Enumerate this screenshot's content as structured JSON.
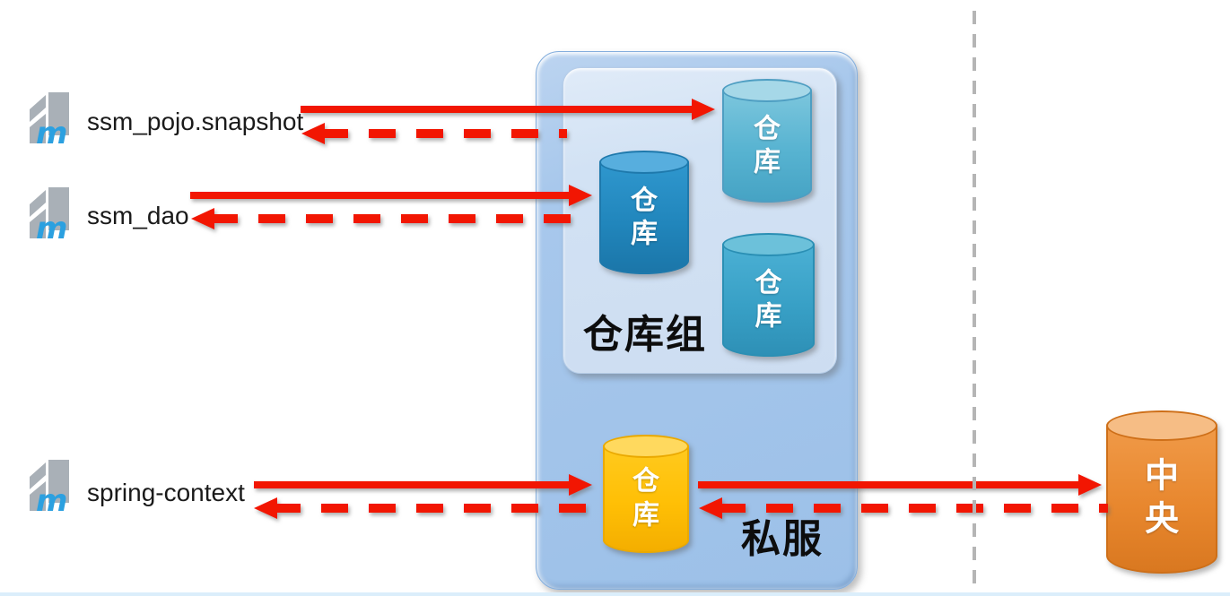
{
  "diagram": {
    "colors": {
      "arrow_red": "#f21602",
      "maven_gray": "#a9b0b7",
      "maven_blue": "#2ba0e0",
      "outer_box_blue": "#9cc0e8",
      "inner_box_blue": "#d2e2f4",
      "repo_light_blue": "#57b3d1",
      "repo_dark_blue": "#2186bc",
      "repo_medium_blue": "#38a0c6",
      "repo_yellow": "#ffbf05",
      "central_orange": "#e8872e",
      "divider_gray": "#b5b5b5"
    },
    "artifacts": [
      {
        "name": "ssm_pojo.snapshot"
      },
      {
        "name": "ssm_dao"
      },
      {
        "name": "spring-context"
      }
    ],
    "private_server": {
      "label": "私服",
      "repo_group": {
        "label": "仓库组",
        "repositories": [
          {
            "label": "仓库"
          },
          {
            "label": "仓库"
          },
          {
            "label": "仓库"
          }
        ]
      },
      "host_repository": {
        "label": "仓库"
      }
    },
    "central_repository": {
      "label": "中央"
    }
  }
}
